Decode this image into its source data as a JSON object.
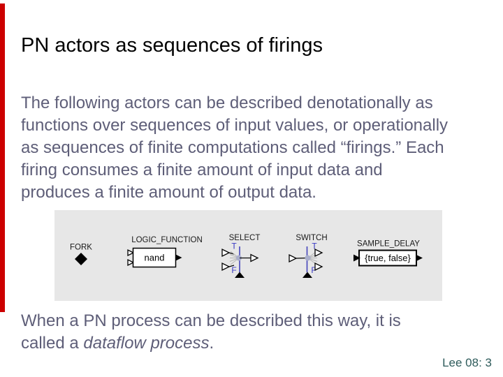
{
  "slide": {
    "title": "PN actors as sequences of firings",
    "body_lines": [
      "The following actors can be described denotationally as",
      "functions over sequences of input values, or operationally",
      "as sequences of finite computations called “firings.” Each",
      "firing consumes a finite amount of input data and",
      "produces a finite amount of output data."
    ],
    "conclusion": {
      "line1": "When a PN process can be described this way, it is",
      "line2_prefix": "called a ",
      "line2_italic": "dataflow process",
      "line2_suffix": "."
    },
    "footer": "Lee 08: 3"
  },
  "diagram": {
    "fork": {
      "label": "FORK"
    },
    "logic_function": {
      "label": "LOGIC_FUNCTION",
      "value": "nand"
    },
    "select": {
      "label": "SELECT",
      "true_label": "T",
      "false_label": "F"
    },
    "switch": {
      "label": "SWITCH",
      "true_label": "T",
      "false_label": "F"
    },
    "sample_delay": {
      "label": "SAMPLE_DELAY",
      "value": "{true, false}"
    }
  },
  "colors": {
    "accent_bar": "#cc0000",
    "title_text": "#000000",
    "body_text": "#5e5e78",
    "footer_text": "#2e5b5b",
    "figure_background": "#e7e7e7",
    "diagram_blue": "#3c3cc4"
  }
}
